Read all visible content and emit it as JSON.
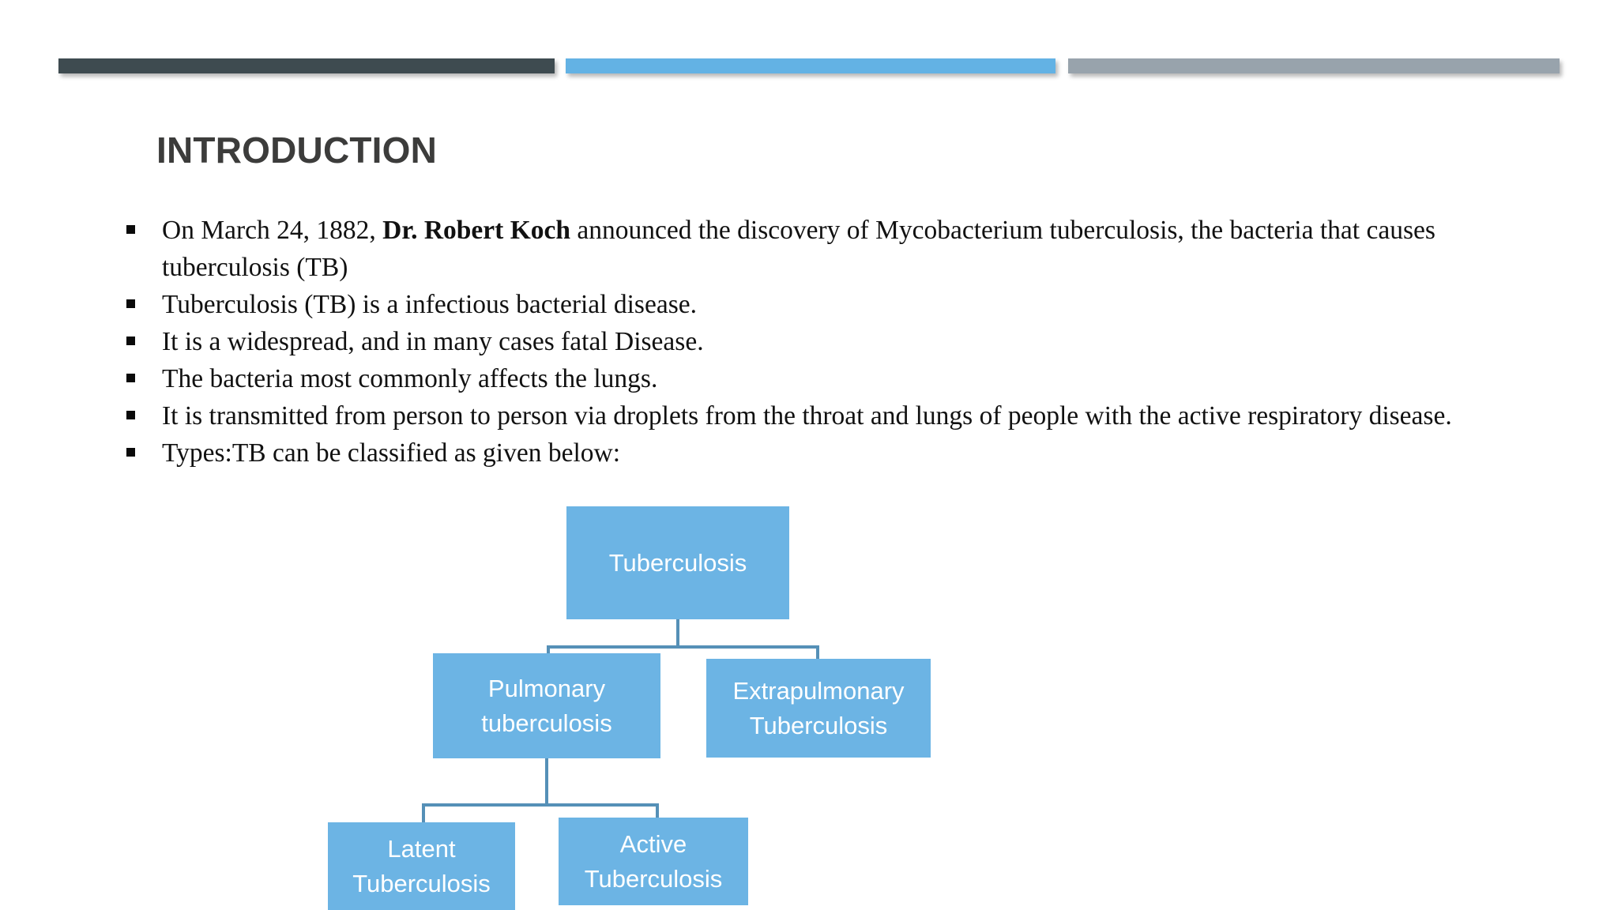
{
  "slide": {
    "title": "INTRODUCTION",
    "decor_bars": [
      {
        "name": "dark-bar",
        "color": "#3E4B50"
      },
      {
        "name": "blue-bar",
        "color": "#63B2E4"
      },
      {
        "name": "gray-bar",
        "color": "#98A3AC"
      }
    ],
    "bullets": [
      {
        "id": "bullet-koch",
        "segments": [
          {
            "text": "On March 24, 1882, ",
            "bold": false
          },
          {
            "text": "Dr. Robert Koch",
            "bold": true
          },
          {
            "text": "  announced the discovery of Mycobacterium tuberculosis, the bacteria that causes tuberculosis (TB)",
            "bold": false
          }
        ]
      },
      {
        "id": "bullet-infectious",
        "segments": [
          {
            "text": "Tuberculosis (TB) is a infectious bacterial disease.",
            "bold": false
          }
        ]
      },
      {
        "id": "bullet-widespread",
        "segments": [
          {
            "text": "It is a widespread, and in many cases fatal Disease.",
            "bold": false
          }
        ]
      },
      {
        "id": "bullet-lungs",
        "segments": [
          {
            "text": "The bacteria most commonly affects the lungs.",
            "bold": false
          }
        ]
      },
      {
        "id": "bullet-transmission",
        "segments": [
          {
            "text": "It is transmitted from person to person via droplets from the throat and lungs of people with the active respiratory disease.",
            "bold": false
          }
        ]
      },
      {
        "id": "bullet-types",
        "segments": [
          {
            "text": "Types:TB can be classified as given below:",
            "bold": false
          }
        ]
      }
    ],
    "diagram": {
      "type": "tree",
      "node_fill": "#6CB4E4",
      "node_text_color": "#FFFFFF",
      "connector_color": "#5590B7",
      "nodes": {
        "root": "Tuberculosis",
        "pulmonary": "Pulmonary tuberculosis",
        "extrapulmonary": "Extrapulmonary Tuberculosis",
        "latent": "Latent Tuberculosis",
        "active": "Active Tuberculosis"
      },
      "edges": [
        {
          "from": "root",
          "to": "pulmonary"
        },
        {
          "from": "root",
          "to": "extrapulmonary"
        },
        {
          "from": "pulmonary",
          "to": "latent"
        },
        {
          "from": "pulmonary",
          "to": "active"
        }
      ]
    }
  }
}
